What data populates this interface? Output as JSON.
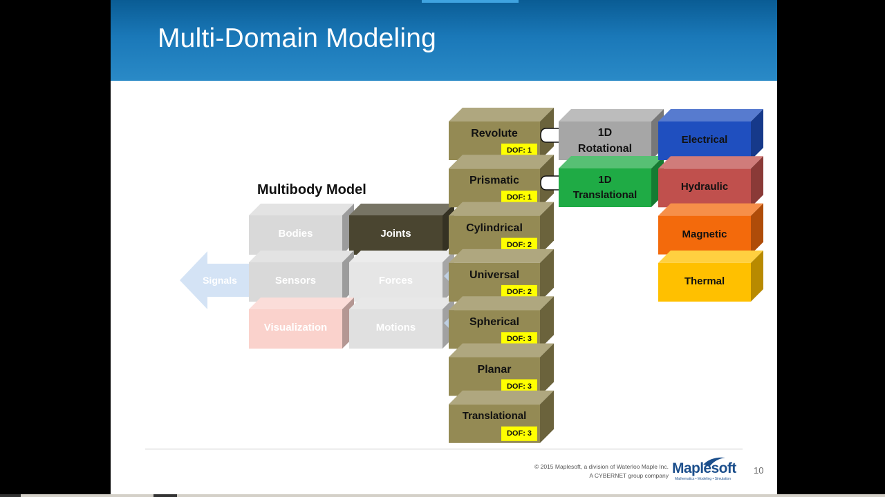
{
  "slide": {
    "title": "Multi-Domain Modeling",
    "page_number": "10",
    "copyright_line1": "© 2015 Maplesoft, a division  of Waterloo  Maple Inc.",
    "copyright_line2": "A CYBERNET group company",
    "logo_text": "Maplesoft",
    "logo_tagline": "Mathematics • Modeling • Simulation"
  },
  "multibody": {
    "title": "Multibody Model",
    "signals_label": "Signals",
    "blocks": [
      {
        "label": "Bodies",
        "color": "#d9d9d9",
        "text_color": "#ffffff"
      },
      {
        "label": "Joints",
        "color": "#4a4530",
        "text_color": "#ffffff"
      },
      {
        "label": "Sensors",
        "color": "#d9d9d9",
        "text_color": "#ffffff"
      },
      {
        "label": "Forces",
        "color": "#e6e6e6",
        "text_color": "#ffffff"
      },
      {
        "label": "Visualization",
        "color": "#fad2cc",
        "text_color": "#ffffff"
      },
      {
        "label": "Motions",
        "color": "#e0e0e0",
        "text_color": "#ffffff"
      }
    ]
  },
  "joints": [
    {
      "name": "Revolute",
      "dof": "DOF: 1"
    },
    {
      "name": "Prismatic",
      "dof": "DOF: 1"
    },
    {
      "name": "Cylindrical",
      "dof": "DOF: 2"
    },
    {
      "name": "Universal",
      "dof": "DOF: 2"
    },
    {
      "name": "Spherical",
      "dof": "DOF: 3"
    },
    {
      "name": "Planar",
      "dof": "DOF: 3"
    },
    {
      "name": "Translational",
      "dof": "DOF: 3"
    }
  ],
  "mechanical_domains": [
    {
      "line1": "1D",
      "line2": "Rotational",
      "color": "#a6a6a6"
    },
    {
      "line1": "1D",
      "line2": "Translational",
      "color": "#1fab45"
    }
  ],
  "domains": [
    {
      "label": "Electrical",
      "color": "#1f4fbf"
    },
    {
      "label": "Hydraulic",
      "color": "#c0504d"
    },
    {
      "label": "Magnetic",
      "color": "#f36a0c"
    },
    {
      "label": "Thermal",
      "color": "#ffc000"
    }
  ],
  "colors": {
    "header": "#1a78b8",
    "joint_block": "#948a54",
    "dof_badge": "#ffff00"
  }
}
